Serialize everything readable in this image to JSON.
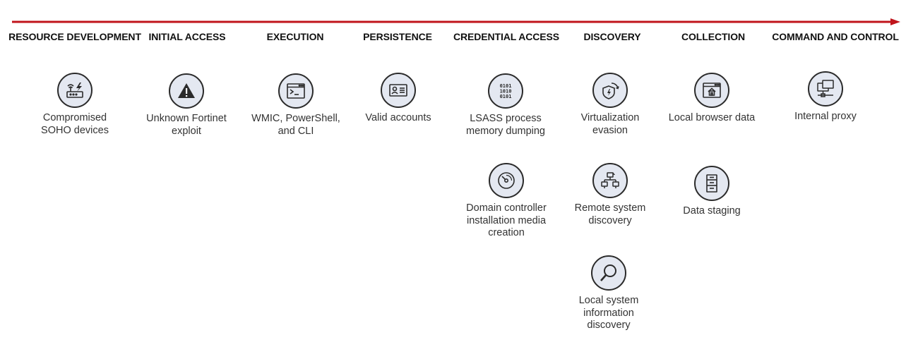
{
  "colors": {
    "arrow": "#c0141b",
    "icon_fill": "#e4e8f1",
    "icon_stroke": "#2b2b2b"
  },
  "tactics": [
    {
      "heading": "RESOURCE DEVELOPMENT",
      "techniques": [
        {
          "label": "Compromised\nSOHO devices",
          "icon": "router-icon"
        }
      ]
    },
    {
      "heading": "INITIAL ACCESS",
      "techniques": [
        {
          "label": "Unknown Fortinet\nexploit",
          "icon": "warning-icon"
        }
      ]
    },
    {
      "heading": "EXECUTION",
      "techniques": [
        {
          "label": "WMIC, PowerShell,\nand CLI",
          "icon": "terminal-icon"
        }
      ]
    },
    {
      "heading": "PERSISTENCE",
      "techniques": [
        {
          "label": "Valid accounts",
          "icon": "id-card-icon"
        }
      ]
    },
    {
      "heading": "CREDENTIAL ACCESS",
      "techniques": [
        {
          "label": "LSASS process\nmemory dumping",
          "icon": "binary-icon"
        },
        {
          "label": "Domain controller\ninstallation media\ncreation",
          "icon": "disc-icon"
        }
      ]
    },
    {
      "heading": "DISCOVERY",
      "techniques": [
        {
          "label": "Virtualization\nevasion",
          "icon": "shield-icon"
        },
        {
          "label": "Remote system\ndiscovery",
          "icon": "network-icon"
        },
        {
          "label": "Local system\ninformation\ndiscovery",
          "icon": "magnifier-icon"
        }
      ]
    },
    {
      "heading": "COLLECTION",
      "techniques": [
        {
          "label": "Local browser data",
          "icon": "browser-icon"
        },
        {
          "label": "Data staging",
          "icon": "cabinet-icon"
        }
      ]
    },
    {
      "heading": "COMMAND AND CONTROL",
      "techniques": [
        {
          "label": "Internal proxy",
          "icon": "proxy-icon"
        }
      ]
    }
  ]
}
